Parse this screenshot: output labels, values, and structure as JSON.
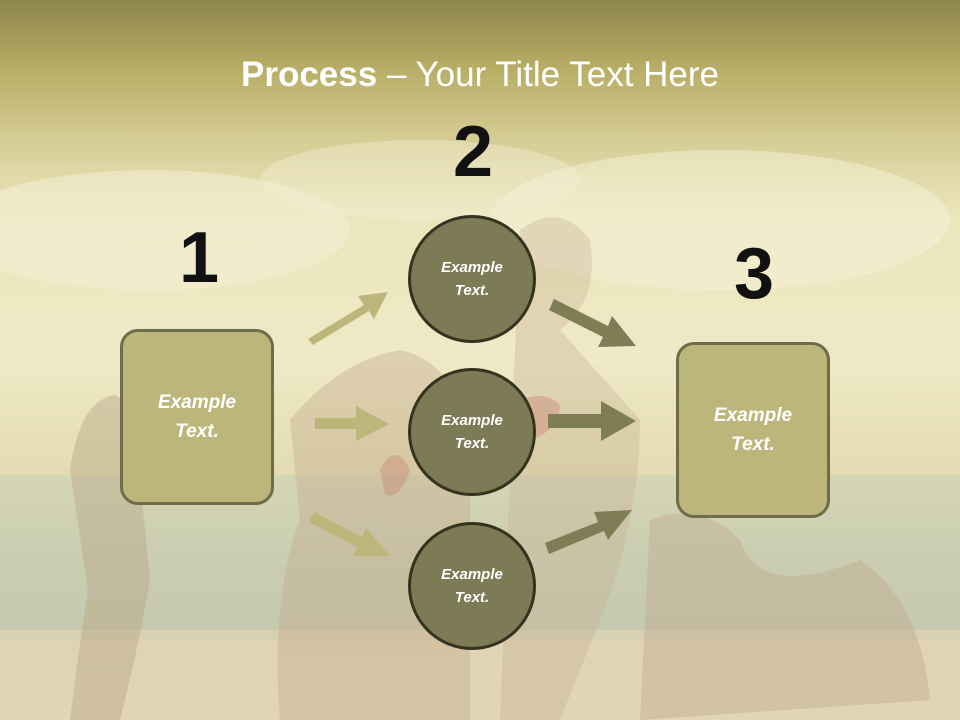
{
  "title": {
    "bold": "Process",
    "rest": " – Your Title Text Here"
  },
  "steps": {
    "one": {
      "number": "1",
      "text": "Example\nText."
    },
    "two": {
      "number": "2",
      "circles": [
        "Example\nText.",
        "Example\nText.",
        "Example\nText."
      ]
    },
    "three": {
      "number": "3",
      "text": "Example\nText."
    }
  },
  "colors": {
    "box_fill": "#bdb67a",
    "circle_fill": "#7d7b55",
    "arrow_light": "#bdb67a",
    "arrow_dark": "#7f7d55"
  }
}
